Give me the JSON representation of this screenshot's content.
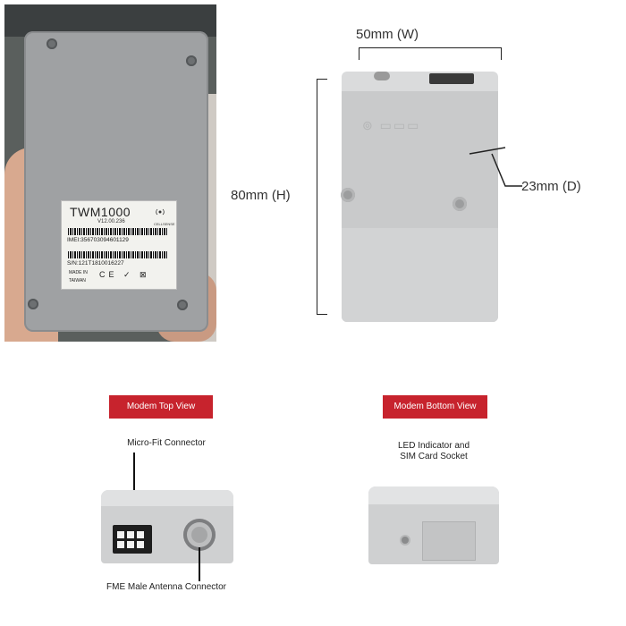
{
  "photo": {
    "label_model": "TWM1000",
    "label_version": "V12.00.236",
    "label_cert_mark": "CELLSENSE",
    "label_imei": "IMEI:356703094601129",
    "label_sn": "S/N:121T1810016227",
    "label_made_in": "MADE IN",
    "label_country": "TAIWAN",
    "label_certs": "CE ✓ ⊠"
  },
  "dimensions": {
    "width": "50mm (W)",
    "height": "80mm (H)",
    "depth": "23mm (D)"
  },
  "top_view": {
    "badge": "Modem Top View",
    "connector_label": "Micro-Fit Connector",
    "antenna_label": "FME Male Antenna Connector"
  },
  "bottom_view": {
    "badge": "Modem Bottom View",
    "caption_line1": "LED Indicator and",
    "caption_line2": "SIM Card Socket"
  },
  "colors": {
    "badge_red": "#c7232d",
    "device_grey": "#c9cacb"
  }
}
